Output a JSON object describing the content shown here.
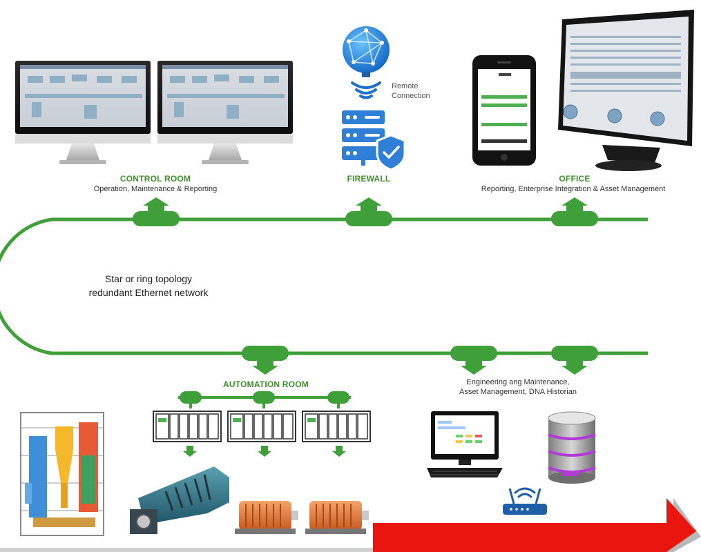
{
  "colors": {
    "network_green": "#3fa03a",
    "label_green": "#3f8f2c",
    "arrow_red": "#e8160e",
    "globe_blue": "#1e88e5",
    "firewall_blue": "#2f7fd6",
    "motor_orange": "#e87a35",
    "db_purple": "#b03bd6"
  },
  "control_room": {
    "title": "CONTROL ROOM",
    "subtitle": "Operation, Maintenance & Reporting"
  },
  "firewall": {
    "title": "FIREWALL",
    "remote_line1": "Remote",
    "remote_line2": "Connection"
  },
  "office": {
    "title": "OFFICE",
    "subtitle": "Reporting, Enterprise Integration & Asset Management"
  },
  "network": {
    "line1": "Star or ring topology",
    "line2": "redundant Ethernet network"
  },
  "automation_room": {
    "title": "AUTOMATION ROOM"
  },
  "engineering": {
    "line1": "Engineering ang Maintenance,",
    "line2": "Asset Management, DNA Historian"
  },
  "icons": [
    "monitor-icon",
    "globe-icon",
    "wireless-icon",
    "firewall-server-icon",
    "shield-check-icon",
    "smartphone-icon",
    "plc-rack-icon",
    "turbine-icon",
    "motor-icon",
    "boiler-icon",
    "computer-icon",
    "database-icon",
    "wifi-router-icon"
  ]
}
